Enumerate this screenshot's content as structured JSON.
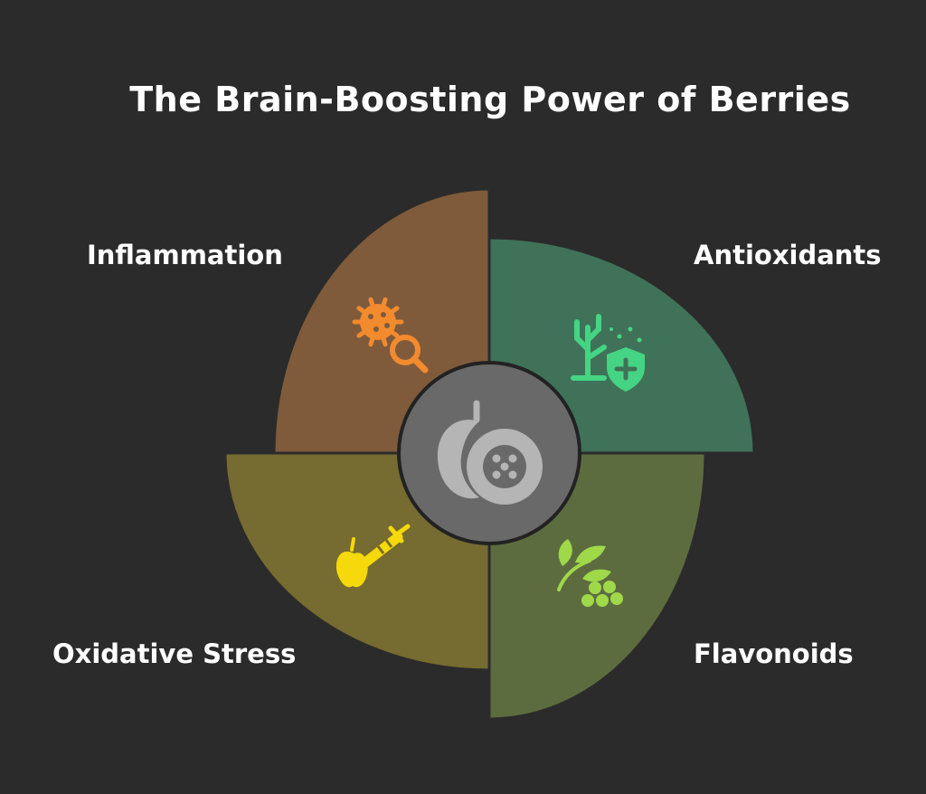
{
  "title": "The Brain-Boosting Power of Berries",
  "segments": [
    {
      "id": "inflammation",
      "label": "Inflammation",
      "color": "#7f5b3b",
      "icon": "germ-search-icon",
      "icon_color": "#f28a2e"
    },
    {
      "id": "antioxidants",
      "label": "Antioxidants",
      "color": "#3f7259",
      "icon": "tree-shield-icon",
      "icon_color": "#45d483"
    },
    {
      "id": "oxidative",
      "label": "Oxidative Stress",
      "color": "#766b30",
      "icon": "apple-syringe-icon",
      "icon_color": "#f5d90a"
    },
    {
      "id": "flavonoids",
      "label": "Flavonoids",
      "color": "#5d6c3f",
      "icon": "leaf-berries-icon",
      "icon_color": "#9fd94a"
    }
  ],
  "center": {
    "icon": "berry-icon",
    "color": "#696969",
    "icon_color": "#b5b5b5"
  }
}
